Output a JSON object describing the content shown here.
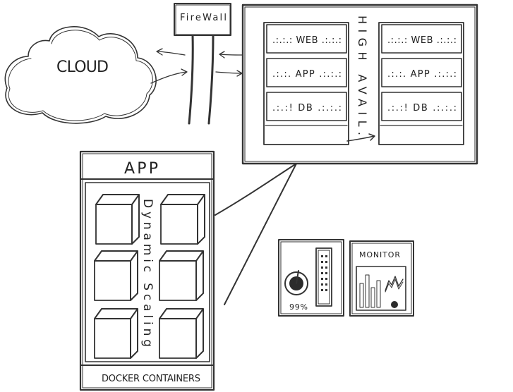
{
  "cloud": {
    "label": "CLOUD"
  },
  "firewall": {
    "label": "FireWall"
  },
  "high_availability": {
    "label": "HIGH AVAIL.",
    "left_stack": {
      "web": ".:.:.: WEB .:.:.:",
      "app": ".:.:. APP .:.:.:",
      "db": ".:.:! DB .:.:.:"
    },
    "right_stack": {
      "web": ".:.:.: WEB .:.:.:",
      "app": ".:.:. APP .:.:.:",
      "db": ".:.:! DB .:.:.:"
    }
  },
  "app_panel": {
    "title": "APP",
    "scaling_label": "Dynamic Scaling",
    "footer": "DOCKER CONTAINERS",
    "container_icon": "cube-icon"
  },
  "gauge": {
    "value_label": "99%",
    "icon": "dial-icon"
  },
  "monitor": {
    "title": "MONITOR",
    "icon": "chart-icon"
  }
}
